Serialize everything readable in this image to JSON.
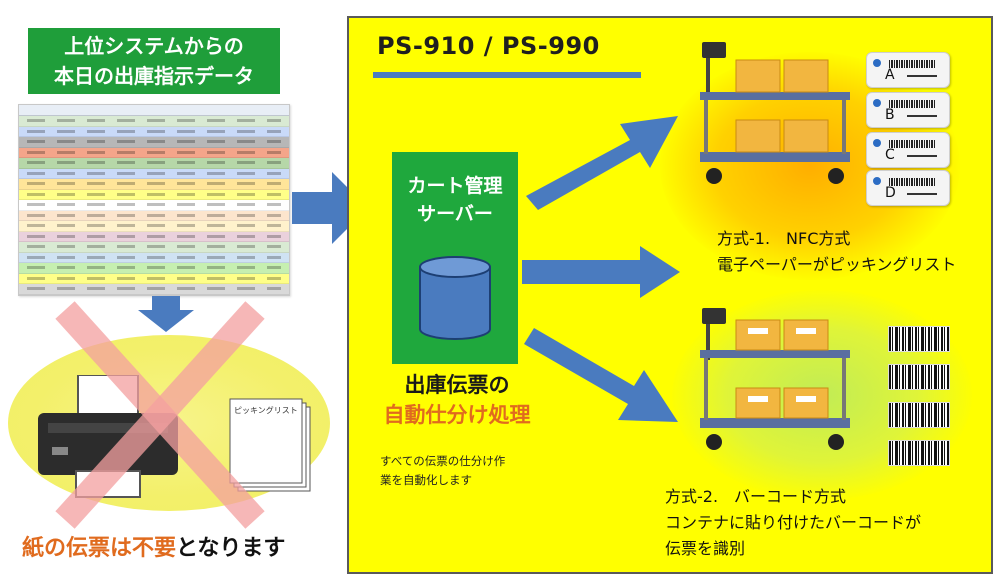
{
  "left": {
    "title_line1": "上位システムからの",
    "title_line2": "本日の出庫指示データ",
    "paper_label": "ピッキングリスト",
    "caption_highlight": "紙の伝票は不要",
    "caption_rest": "となります"
  },
  "panel": {
    "title": "PS-910 / PS-990",
    "server_line1": "カート管理",
    "server_line2": "サーバー",
    "sort_line1": "出庫伝票の",
    "sort_line2": "自動仕分け処理",
    "sort_desc_line1": "すべての伝票の仕分け作",
    "sort_desc_line2": "業を自動化します",
    "method1_line1": "方式-1.　NFC方式",
    "method1_line2": "電子ペーパーがピッキングリスト",
    "method2_line1": "方式-2.　バーコード方式",
    "method2_line2": "コンテナに貼り付けたバーコードが",
    "method2_line3": "伝票を識別",
    "tags": [
      "A",
      "B",
      "C",
      "D"
    ]
  },
  "colors": {
    "title_green": "#1f9e3a",
    "panel_yellow": "#ffff00",
    "arrow_blue": "#4a7bbf",
    "highlight_orange": "#e06b1e",
    "cross_pink": "#f4a0a0"
  },
  "sheet_row_colors": [
    "#d9ead3",
    "#c9daf8",
    "#b7b7b7",
    "#f4a58a",
    "#b6d7a8",
    "#c9daf8",
    "#ffe599",
    "#ffff88",
    "#ffffff",
    "#fce5cd",
    "#fff2cc",
    "#ead1dc",
    "#d9ead3",
    "#cfe2f3",
    "#c6efb0",
    "#ffff88",
    "#d9d9d9"
  ]
}
